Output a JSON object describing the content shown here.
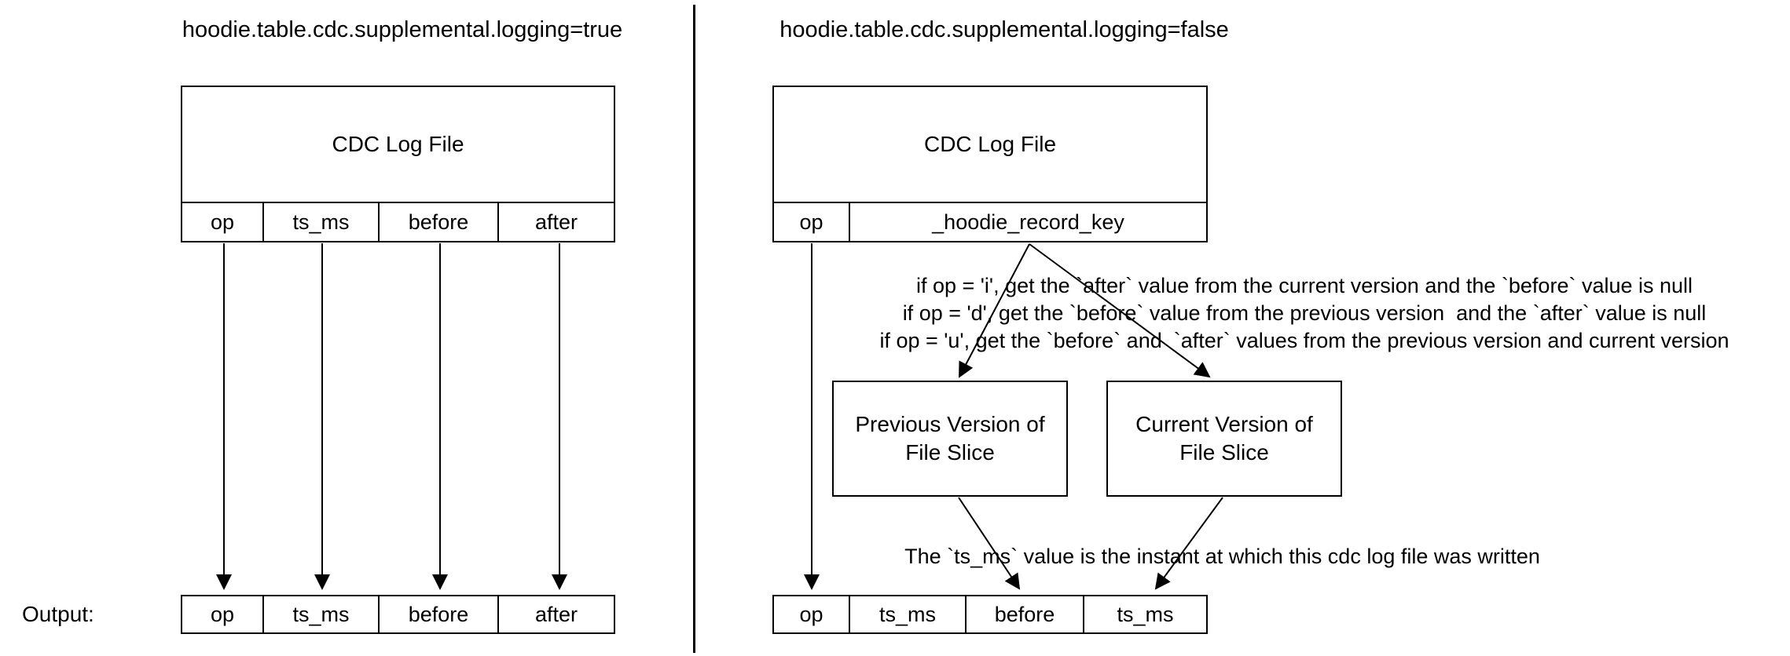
{
  "left_panel": {
    "title": "hoodie.table.cdc.supplemental.logging=true",
    "cdc_box": {
      "label": "CDC Log File",
      "columns": [
        "op",
        "ts_ms",
        "before",
        "after"
      ]
    },
    "output_label": "Output:",
    "output_row": {
      "columns": [
        "op",
        "ts_ms",
        "before",
        "after"
      ]
    }
  },
  "right_panel": {
    "title": "hoodie.table.cdc.supplemental.logging=false",
    "cdc_box": {
      "label": "CDC Log File",
      "columns": [
        "op",
        "_hoodie_record_key"
      ]
    },
    "rules": [
      "if op = 'i', get the `after` value from the current version and the `before` value is null",
      "if op = 'd', get the `before` value from the previous version  and the `after` value is null",
      "if op = 'u', get the `before` and  `after` values from the previous version and current version"
    ],
    "previous_version_box": {
      "line1": "Previous Version of",
      "line2": "File Slice"
    },
    "current_version_box": {
      "line1": "Current Version of",
      "line2": "File Slice"
    },
    "ts_note": "The `ts_ms` value is the instant at which this cdc log file was written",
    "output_row": {
      "columns": [
        "op",
        "ts_ms",
        "before",
        "ts_ms"
      ]
    }
  },
  "colors": {
    "line": "#000000",
    "background": "#ffffff",
    "text": "#000000"
  }
}
